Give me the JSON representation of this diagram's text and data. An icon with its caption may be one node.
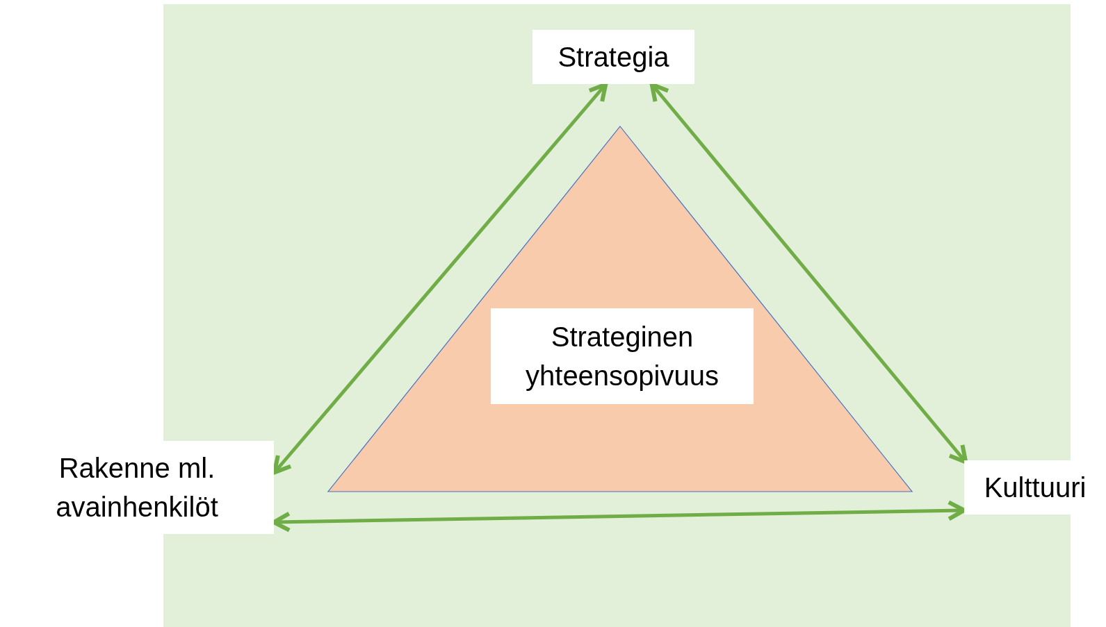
{
  "diagram": {
    "nodes": [
      {
        "text": [
          "Strategia"
        ]
      },
      {
        "text": [],
        "shape": "triangle"
      },
      {
        "text": [
          "Strateginen yhteensopivuus"
        ],
        "in": 1
      },
      {
        "text": [
          "Rakenne ml. avainhenkilöt"
        ]
      },
      {
        "text": [
          "Kulttuuri"
        ]
      }
    ],
    "edges": [
      {
        "from": 0,
        "to": 3,
        "arrow": "both"
      },
      {
        "from": 0,
        "to": 4,
        "arrow": "both"
      },
      {
        "from": 3,
        "to": 4,
        "arrow": "both"
      }
    ]
  }
}
